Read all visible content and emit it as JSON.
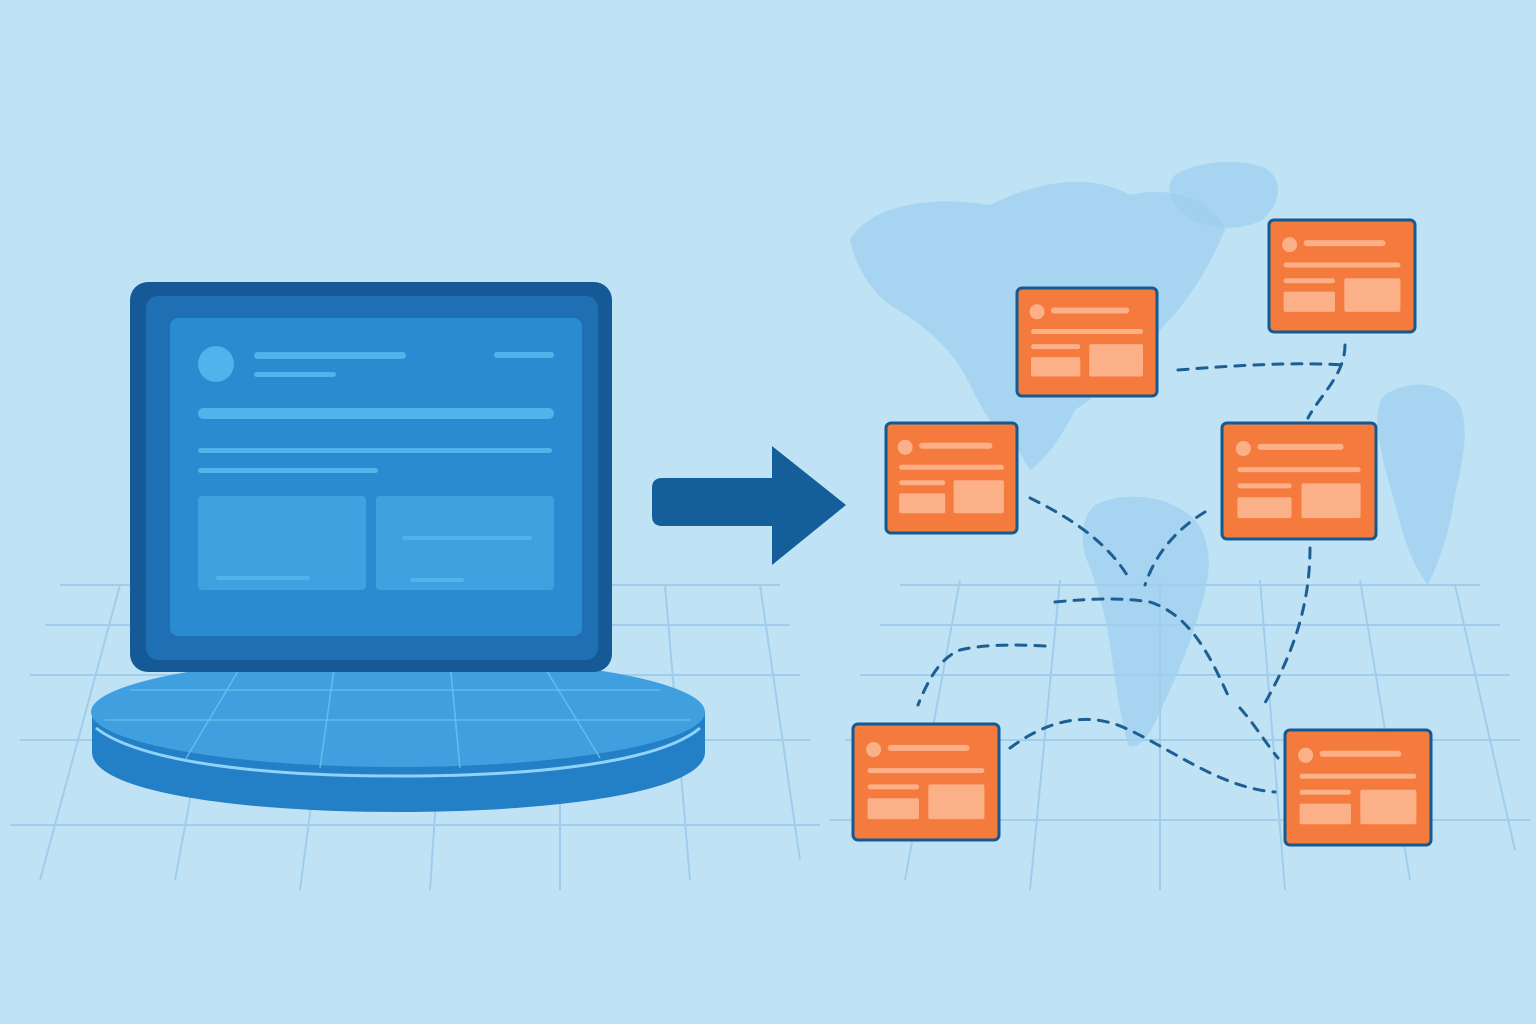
{
  "colors": {
    "background": "#bfe3f5",
    "grid_line": "#9fcdeb",
    "map_land": "#9fcfee",
    "device_frame": "#1e6fb3",
    "device_frame_dark": "#155a96",
    "device_screen": "#2b8bd0",
    "screen_element": "#4fb4ec",
    "platform_top": "#3f9fdf",
    "platform_side": "#237fc6",
    "arrow": "#145f9a",
    "node_fill": "#f57a3d",
    "node_border": "#14598f",
    "node_element": "#fbb088",
    "connector": "#1d5e93"
  },
  "icons": {
    "source": "tablet-device-icon",
    "direction": "right-arrow-icon",
    "targets": "content-card-icon",
    "backdrop": "world-map-icon"
  },
  "diagram": {
    "source_nodes": 1,
    "target_nodes": 6,
    "connector_style": "dashed"
  }
}
